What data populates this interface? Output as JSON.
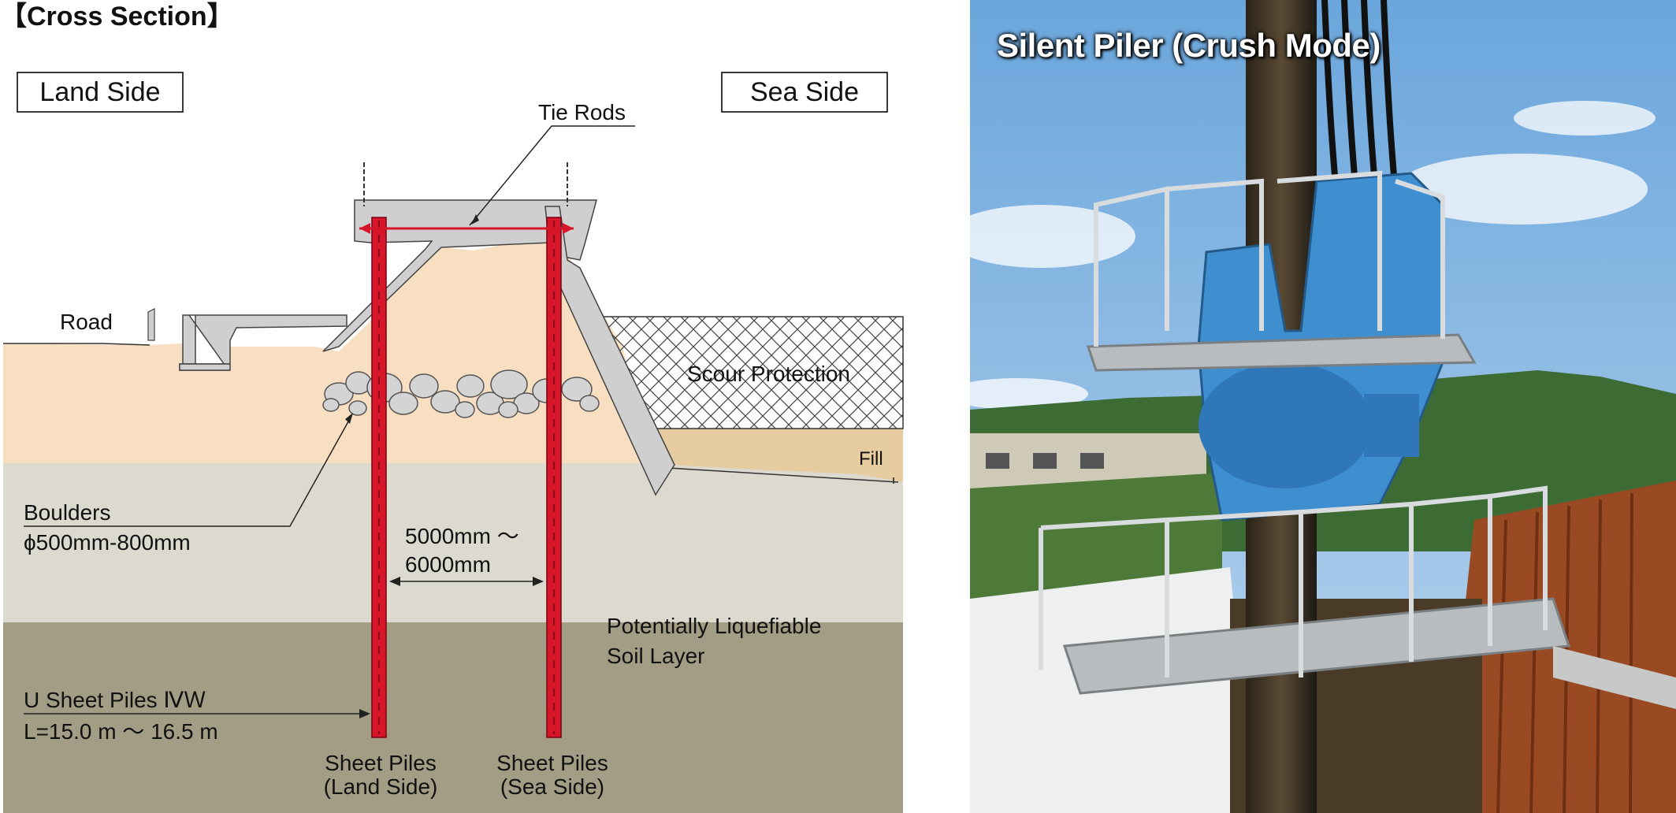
{
  "section_title": "【Cross Section】",
  "labels": {
    "land_side": "Land Side",
    "sea_side": "Sea Side",
    "tie_rods": "Tie Rods",
    "road": "Road",
    "scour_protection": "Scour Protection",
    "fill": "Fill",
    "boulders": "Boulders",
    "boulders_size": "ϕ500mm-800mm",
    "spacing_line1": "5000mm ～",
    "spacing_line2": "6000mm",
    "liquefiable_line1": "Potentially Liquefiable",
    "liquefiable_line2": "Soil Layer",
    "piles_spec_line1": "U Sheet Piles ⅣＷ",
    "piles_spec_line2": "L=15.0 m ～ 16.5 m",
    "land_piles_line1": "Sheet Piles",
    "land_piles_line2": "(Land Side)",
    "sea_piles_line1": "Sheet Piles",
    "sea_piles_line2": "(Sea Side)"
  },
  "photo": {
    "title": "Silent Piler (Crush Mode)"
  },
  "colors": {
    "sand": "#f9dfc2",
    "grey_layer": "#dcd9cf",
    "dark_layer": "#a39d85",
    "fill_layer": "#e7cca0",
    "concrete": "#cfcfcf",
    "pile_red": "#d7162a",
    "machine_blue": "#3f8fd0",
    "sky": "#8dbde6"
  }
}
